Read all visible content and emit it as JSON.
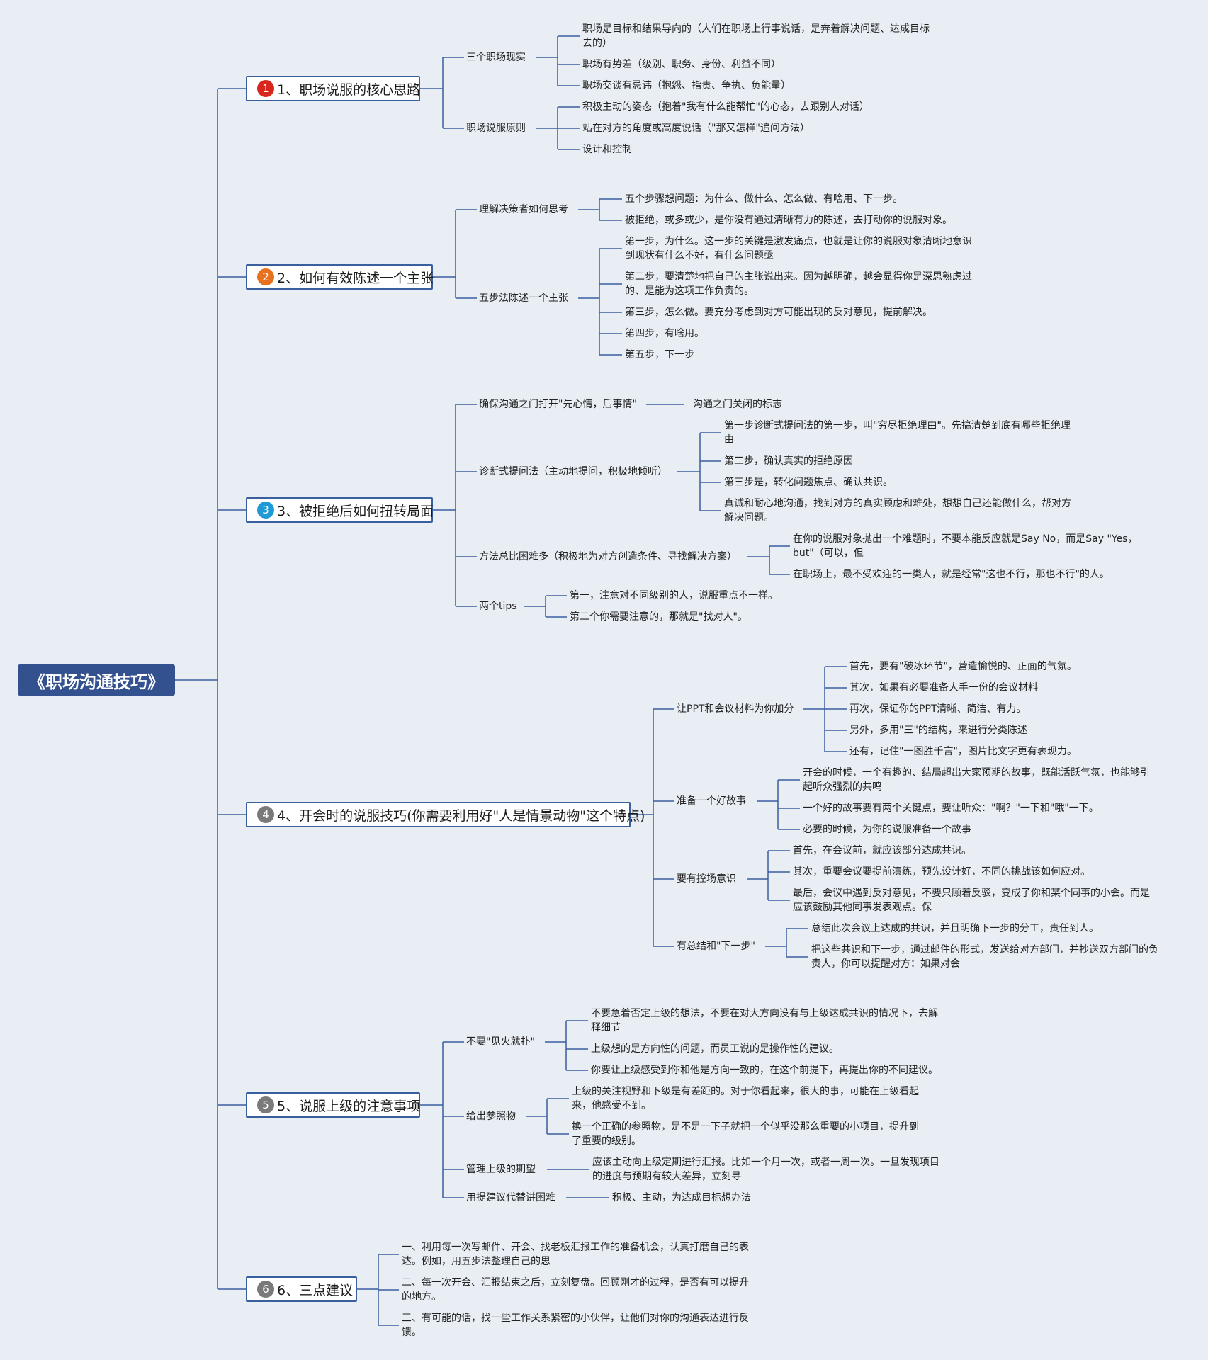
{
  "root": {
    "title": "《职场沟通技巧》"
  },
  "colors": {
    "line": "#3a5f9e",
    "root_bg": "#33508f",
    "b1": "#d9261c",
    "b2": "#e8711f",
    "b3": "#1e9ad6",
    "b_gray": "#7a7a7a"
  },
  "branches": [
    {
      "num": "1",
      "label": "1、职场说服的核心思路",
      "subs": [
        {
          "label": "三个职场现实",
          "leaves": [
            "职场是目标和结果导向的（人们在职场上行事说话，是奔着解决问题、达成目标去的）",
            "职场有势差（级别、职务、身份、利益不同）",
            "职场交谈有忌讳（抱怨、指责、争执、负能量）"
          ]
        },
        {
          "label": "职场说服原则",
          "leaves": [
            "积极主动的姿态（抱着\"我有什么能帮忙\"的心态，去跟别人对话）",
            "站在对方的角度或高度说话（\"那又怎样\"追问方法）",
            "设计和控制"
          ]
        }
      ]
    },
    {
      "num": "2",
      "label": "2、如何有效陈述一个主张",
      "subs": [
        {
          "label": "理解决策者如何思考",
          "leaves": [
            "五个步骤想问题：为什么、做什么、怎么做、有啥用、下一步。",
            "被拒绝，或多或少，是你没有通过清晰有力的陈述，去打动你的说服对象。"
          ]
        },
        {
          "label": "五步法陈述一个主张",
          "leaves": [
            "第一步，为什么。这一步的关键是激发痛点，也就是让你的说服对象清晰地意识到现状有什么不好，有什么问题亟",
            "第二步，要清楚地把自己的主张说出来。因为越明确，越会显得你是深思熟虑过的、是能为这项工作负责的。",
            "第三步，怎么做。要充分考虑到对方可能出现的反对意见，提前解决。",
            "第四步，有啥用。",
            "第五步，下一步"
          ]
        }
      ]
    },
    {
      "num": "3",
      "label": "3、被拒绝后如何扭转局面",
      "subs": [
        {
          "label": "确保沟通之门打开\"先心情，后事情\"",
          "leaves": [
            "沟通之门关闭的标志"
          ]
        },
        {
          "label": "诊断式提问法（主动地提问，积极地倾听）",
          "leaves": [
            "第一步诊断式提问法的第一步，叫\"穷尽拒绝理由\"。先搞清楚到底有哪些拒绝理由",
            "第二步，确认真实的拒绝原因",
            "第三步是，转化问题焦点、确认共识。",
            "真诚和耐心地沟通，找到对方的真实顾虑和难处，想想自己还能做什么，帮对方解决问题。"
          ]
        },
        {
          "label": "方法总比困难多（积极地为对方创造条件、寻找解决方案）",
          "leaves": [
            "在你的说服对象抛出一个难题时，不要本能反应就是Say No，而是Say \"Yes，but\"（可以，但",
            "在职场上，最不受欢迎的一类人，就是经常\"这也不行，那也不行\"的人。"
          ]
        },
        {
          "label": "两个tips",
          "leaves": [
            "第一，注意对不同级别的人，说服重点不一样。",
            "第二个你需要注意的，那就是\"找对人\"。"
          ]
        }
      ]
    },
    {
      "num": "4",
      "label": "4、开会时的说服技巧(你需要利用好\"人是情景动物\"这个特点)",
      "subs": [
        {
          "label": "让PPT和会议材料为你加分",
          "leaves": [
            "首先，要有\"破冰环节\"，营造愉悦的、正面的气氛。",
            "其次，如果有必要准备人手一份的会议材料",
            "再次，保证你的PPT清晰、简洁、有力。",
            "另外，多用\"三\"的结构，来进行分类陈述",
            "还有，记住\"一图胜千言\"，图片比文字更有表现力。"
          ]
        },
        {
          "label": "准备一个好故事",
          "leaves": [
            "开会的时候，一个有趣的、结局超出大家预期的故事，既能活跃气氛，也能够引起听众强烈的共鸣",
            "一个好的故事要有两个关键点，要让听众：\"啊？\"一下和\"哦\"一下。",
            "必要的时候，为你的说服准备一个故事"
          ]
        },
        {
          "label": "要有控场意识",
          "leaves": [
            "首先，在会议前，就应该部分达成共识。",
            "其次，重要会议要提前演练，预先设计好，不同的挑战该如何应对。",
            "最后，会议中遇到反对意见，不要只顾着反驳，变成了你和某个同事的小会。而是应该鼓励其他同事发表观点。保"
          ]
        },
        {
          "label": "有总结和\"下一步\"",
          "leaves": [
            "总结此次会议上达成的共识，并且明确下一步的分工，责任到人。",
            "把这些共识和下一步，通过邮件的形式，发送给对方部门，并抄送双方部门的负责人，你可以提醒对方：如果对会"
          ]
        }
      ]
    },
    {
      "num": "5",
      "label": "5、说服上级的注意事项",
      "subs": [
        {
          "label": "不要\"见火就扑\"",
          "leaves": [
            "不要急着否定上级的想法，不要在对大方向没有与上级达成共识的情况下，去解释细节",
            "上级想的是方向性的问题，而员工说的是操作性的建议。",
            "你要让上级感受到你和他是方向一致的，在这个前提下，再提出你的不同建议。"
          ]
        },
        {
          "label": "给出参照物",
          "leaves": [
            "上级的关注视野和下级是有差距的。对于你看起来，很大的事，可能在上级看起来，他感受不到。",
            "换一个正确的参照物，是不是一下子就把一个似乎没那么重要的小项目，提升到了重要的级别。"
          ]
        },
        {
          "label": "管理上级的期望",
          "leaves": [
            "应该主动向上级定期进行汇报。比如一个月一次，或者一周一次。一旦发现项目的进度与预期有较大差异，立刻寻"
          ]
        },
        {
          "label": "用提建议代替讲困难",
          "leaves": [
            "积极、主动，为达成目标想办法"
          ]
        }
      ]
    },
    {
      "num": "6",
      "label": "6、三点建议",
      "subs": [],
      "leaves": [
        "一、利用每一次写邮件、开会、找老板汇报工作的准备机会，认真打磨自己的表达。例如，用五步法整理自己的思",
        "二、每一次开会、汇报结束之后，立刻复盘。回顾刚才的过程，是否有可以提升的地方。",
        "三、有可能的话，找一些工作关系紧密的小伙伴，让他们对你的沟通表达进行反馈。"
      ]
    }
  ]
}
